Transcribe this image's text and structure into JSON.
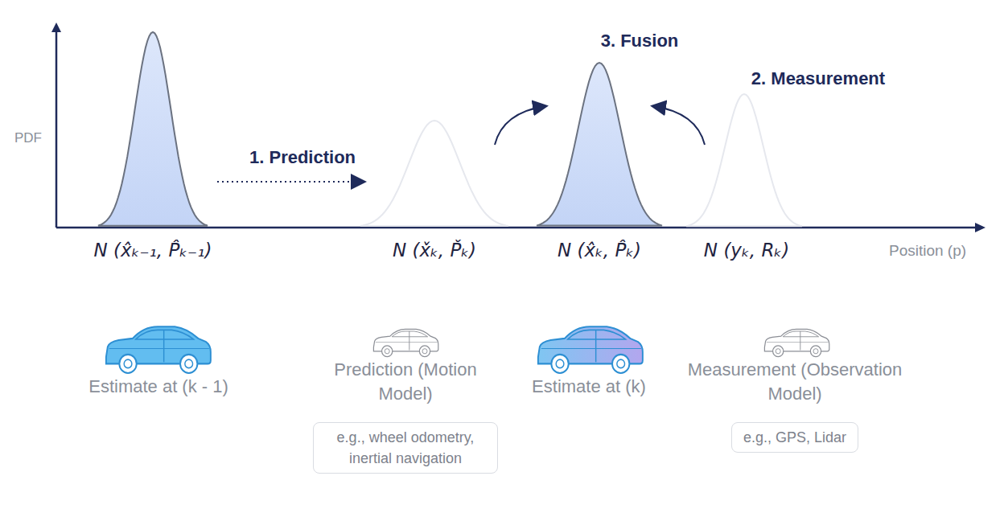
{
  "diagram": {
    "nodes": [
      {
        "text": [
          "Prediction (Motion Model)",
          "e.g., wheel odometry, inertial navigation"
        ]
      },
      {
        "text": [
          "Measurement (Observation Model)",
          "e.g., GPS, Lidar"
        ]
      }
    ],
    "edges": [],
    "labels": [
      "PDF",
      "1. Prediction",
      "3. Fusion",
      "2. Measurement",
      "N (x̂ₖ₋₁, P̂ₖ₋₁)",
      "N (x̌ₖ, P̌ₖ)",
      "N (x̂ₖ, P̂ₖ)",
      "N (yₖ, Rₖ)",
      "Position (p)",
      "Estimate at (k - 1)",
      "Estimate at (k)"
    ]
  }
}
